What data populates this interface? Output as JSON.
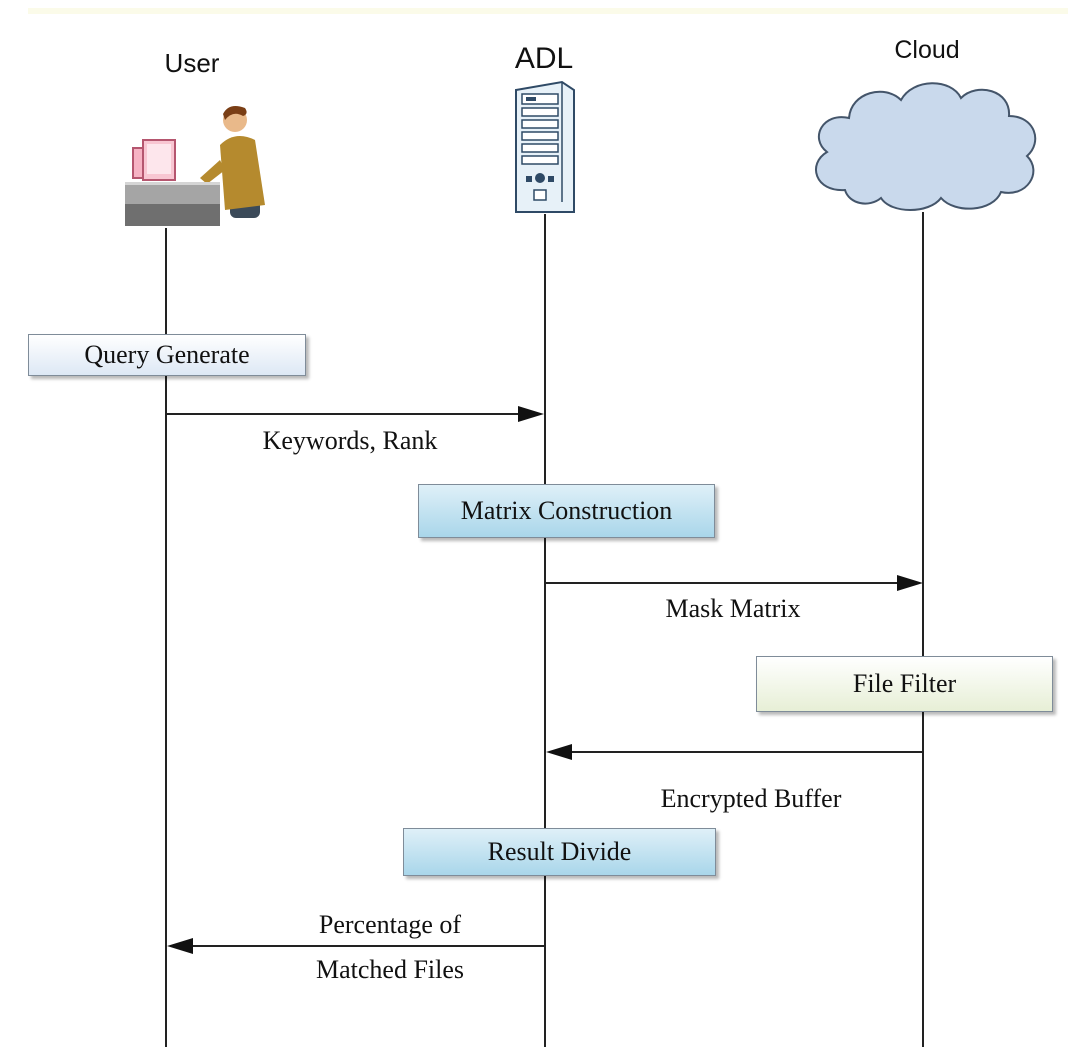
{
  "actors": {
    "user": {
      "label": "User",
      "icon": "user-at-computer-icon"
    },
    "adl": {
      "label": "ADL",
      "icon": "server-tower-icon"
    },
    "cloud": {
      "label": "Cloud",
      "icon": "cloud-icon"
    }
  },
  "steps": {
    "query_generate": "Query Generate",
    "matrix_construction": "Matrix Construction",
    "file_filter": "File Filter",
    "result_divide": "Result Divide"
  },
  "messages": {
    "keywords_rank": "Keywords, Rank",
    "mask_matrix": "Mask Matrix",
    "encrypted_buffer": "Encrypted Buffer",
    "percentage_line1": "Percentage of",
    "percentage_line2": "Matched Files"
  },
  "colors": {
    "cloud_fill": "#c9d9ec",
    "box_blue": "#a9d6ea",
    "box_green": "#e7efd6"
  }
}
